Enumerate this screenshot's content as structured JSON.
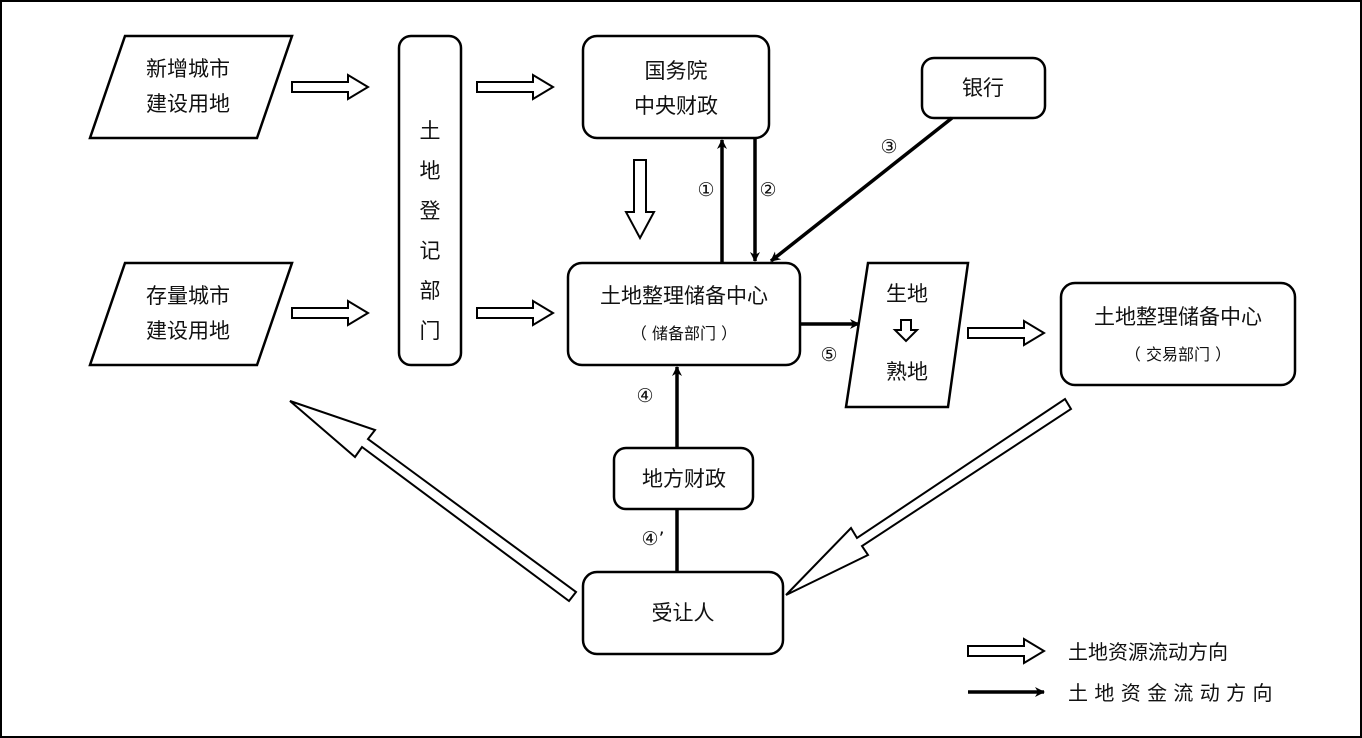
{
  "nodes": {
    "new_land": [
      "新增城市",
      "建设用地"
    ],
    "stock_land": [
      "存量城市",
      "建设用地"
    ],
    "registry": [
      "土",
      "地",
      "登",
      "记",
      "部",
      "门"
    ],
    "state_council": [
      "国务院",
      "中央财政"
    ],
    "bank": "银行",
    "reserve_center": "土地整理储备中心",
    "reserve_dept": "（ 储备部门 ）",
    "land_state": {
      "raw": "生地",
      "cooked": "熟地"
    },
    "trade_center": "土地整理储备中心",
    "trade_dept": "（ 交易部门 ）",
    "local_finance": "地方财政",
    "assignee": "受让人"
  },
  "flow_labels": {
    "one": "①",
    "two": "②",
    "three": "③",
    "four": "④",
    "four_prime": "④’",
    "five": "⑤"
  },
  "legend": {
    "resource_flow": "土地资源流动方向",
    "fund_flow": "土 地 资 金 流 动 方 向"
  }
}
